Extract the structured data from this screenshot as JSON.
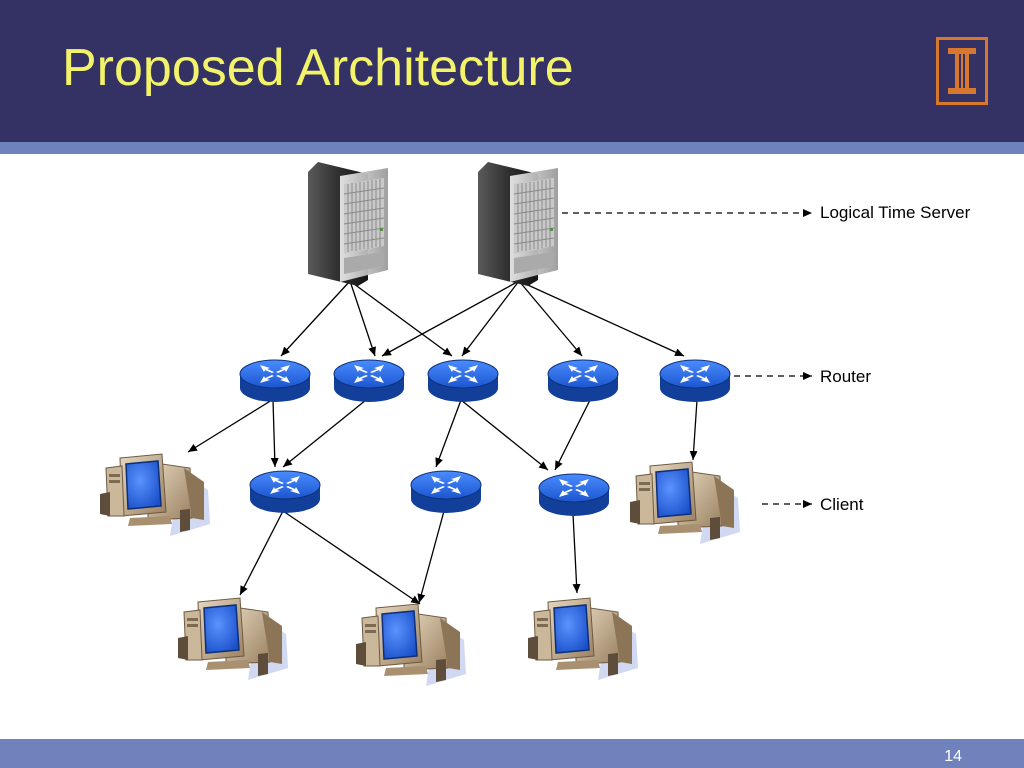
{
  "slide": {
    "title": "Proposed Architecture",
    "page_number": "14"
  },
  "logo": {
    "icon": "university-i-logo",
    "colors": {
      "border": "#d8782e",
      "mark": "#d8782e",
      "background": "#343264"
    }
  },
  "legend": {
    "server_label": "Logical Time Server",
    "router_label": "Router",
    "client_label": "Client"
  },
  "colors": {
    "header_bg": "#343264",
    "title_text": "#f3f36a",
    "stripe": "#6f82bb",
    "router_fill": "#1f5fd8",
    "router_dark": "#123f99",
    "client_screen": "#2f6fe0",
    "client_beige": "#b69e7e",
    "server_dark": "#262626"
  },
  "diagram": {
    "nodes": {
      "servers": [
        "server-1",
        "server-2"
      ],
      "routers": [
        "router-1",
        "router-2",
        "router-3",
        "router-4",
        "router-5",
        "router-6",
        "router-7",
        "router-8"
      ],
      "clients": [
        "client-1",
        "client-2",
        "client-3",
        "client-4",
        "client-5"
      ]
    },
    "links": [
      [
        "server-1",
        "router-1"
      ],
      [
        "server-1",
        "router-2"
      ],
      [
        "server-1",
        "router-3"
      ],
      [
        "server-2",
        "router-2"
      ],
      [
        "server-2",
        "router-3"
      ],
      [
        "server-2",
        "router-4"
      ],
      [
        "server-2",
        "router-5"
      ],
      [
        "router-1",
        "client-1"
      ],
      [
        "router-1",
        "router-6"
      ],
      [
        "router-2",
        "router-6"
      ],
      [
        "router-3",
        "router-7"
      ],
      [
        "router-3",
        "router-8"
      ],
      [
        "router-4",
        "router-8"
      ],
      [
        "router-5",
        "client-2"
      ],
      [
        "router-6",
        "client-3"
      ],
      [
        "router-6",
        "client-4"
      ],
      [
        "router-7",
        "client-4"
      ],
      [
        "router-8",
        "client-5"
      ]
    ]
  }
}
